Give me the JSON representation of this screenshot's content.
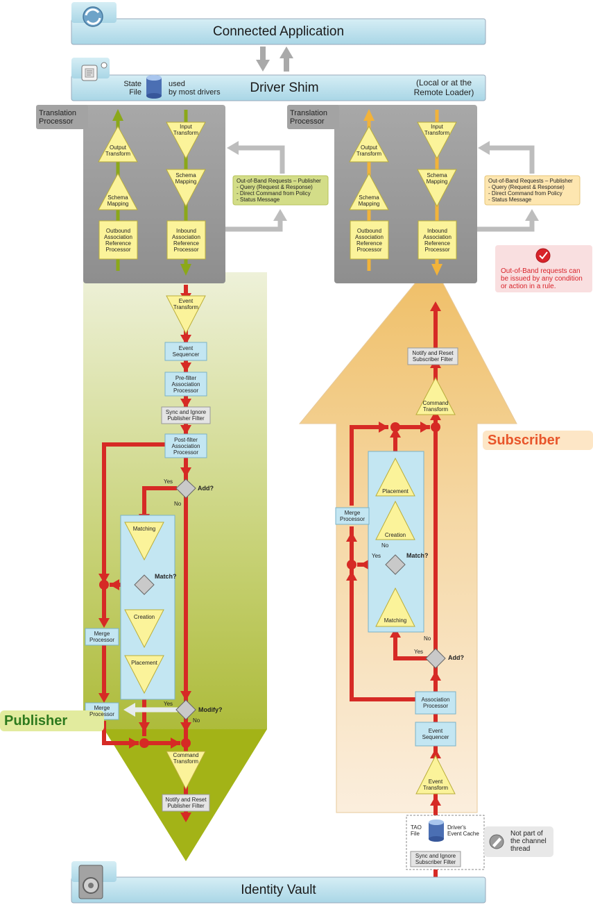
{
  "connected_application": "Connected Application",
  "driver_shim": {
    "title": "Driver Shim",
    "state_file": "State\nFile",
    "used_by": "used\nby most drivers",
    "location": "(Local or at the\nRemote Loader)"
  },
  "identity_vault": "Identity Vault",
  "publisher": {
    "label": "Publisher",
    "translation_processor": "Translation\nProcessor",
    "output_transform": "Output\nTransform",
    "schema_mapping_out": "Schema\nMapping",
    "outbound_assoc": "Outbound\nAssociation\nReference\nProcessor",
    "input_transform": "Input\nTransform",
    "schema_mapping_in": "Schema\nMapping",
    "inbound_assoc": "Inbound\nAssociation\nReference\nProcessor",
    "oob_note": "Out-of-Band Requests – Publisher\n- Query (Request & Response)\n- Direct Command from Policy\n- Status Message",
    "event_transform": "Event\nTransform",
    "event_sequencer": "Event\nSequencer",
    "prefilter": "Pre-filter\nAssociation\nProcessor",
    "sync_ignore": "Sync and Ignore\nPublisher Filter",
    "postfilter": "Post-filter\nAssociation\nProcessor",
    "add_q": "Add?",
    "yes": "Yes",
    "no": "No",
    "matching": "Matching",
    "match_q": "Match?",
    "creation": "Creation",
    "placement": "Placement",
    "merge_processor": "Merge\nProcessor",
    "modify_q": "Modify?",
    "command_transform": "Command\nTransform",
    "notify_reset": "Notify and Reset\nPublisher Filter"
  },
  "subscriber": {
    "label": "Subscriber",
    "translation_processor": "Translation\nProcessor",
    "output_transform": "Output\nTransform",
    "schema_mapping_out": "Schema\nMapping",
    "outbound_assoc": "Outbound\nAssociation\nReference\nProcessor",
    "input_transform": "Input\nTransform",
    "schema_mapping_in": "Schema\nMapping",
    "inbound_assoc": "Inbound\nAssociation\nReference\nProcessor",
    "oob_note": "Out-of-Band Requests – Publisher\n- Query (Request & Response)\n- Direct Command from Policy\n- Status Message",
    "oob_warning": "Out-of-Band requests can\nbe issued by any condition\nor action in a rule.",
    "notify_reset": "Notify and Reset\nSubscriber Filter",
    "command_transform": "Command\nTransform",
    "placement": "Placement",
    "creation": "Creation",
    "merge_processor": "Merge\nProcessor",
    "match_q": "Match?",
    "yes": "Yes",
    "no": "No",
    "matching": "Matching",
    "add_q": "Add?",
    "association_processor": "Association\nProcessor",
    "event_sequencer": "Event\nSequencer",
    "event_transform": "Event\nTransform",
    "tao_file": "TAO\nFile",
    "event_cache": "Driver's\nEvent Cache",
    "sync_ignore": "Sync and Ignore\nSubscriber Filter",
    "not_part": "Not part of\nthe channel\nthread"
  },
  "colors": {
    "band_blue": "#bfe3ee",
    "gray_panel": "#9c9c9c",
    "green": "#a8b81e",
    "orange": "#f0c070",
    "red": "#d62a25",
    "yellow_box": "#fbf39a",
    "blue_box": "#c3e6f2",
    "subscriber_text": "#e8552a",
    "publisher_text": "#2e7a1e"
  },
  "icons": [
    "sync-icon",
    "document-icon",
    "database-icon",
    "vault-icon",
    "stop-icon",
    "pencil-icon"
  ]
}
